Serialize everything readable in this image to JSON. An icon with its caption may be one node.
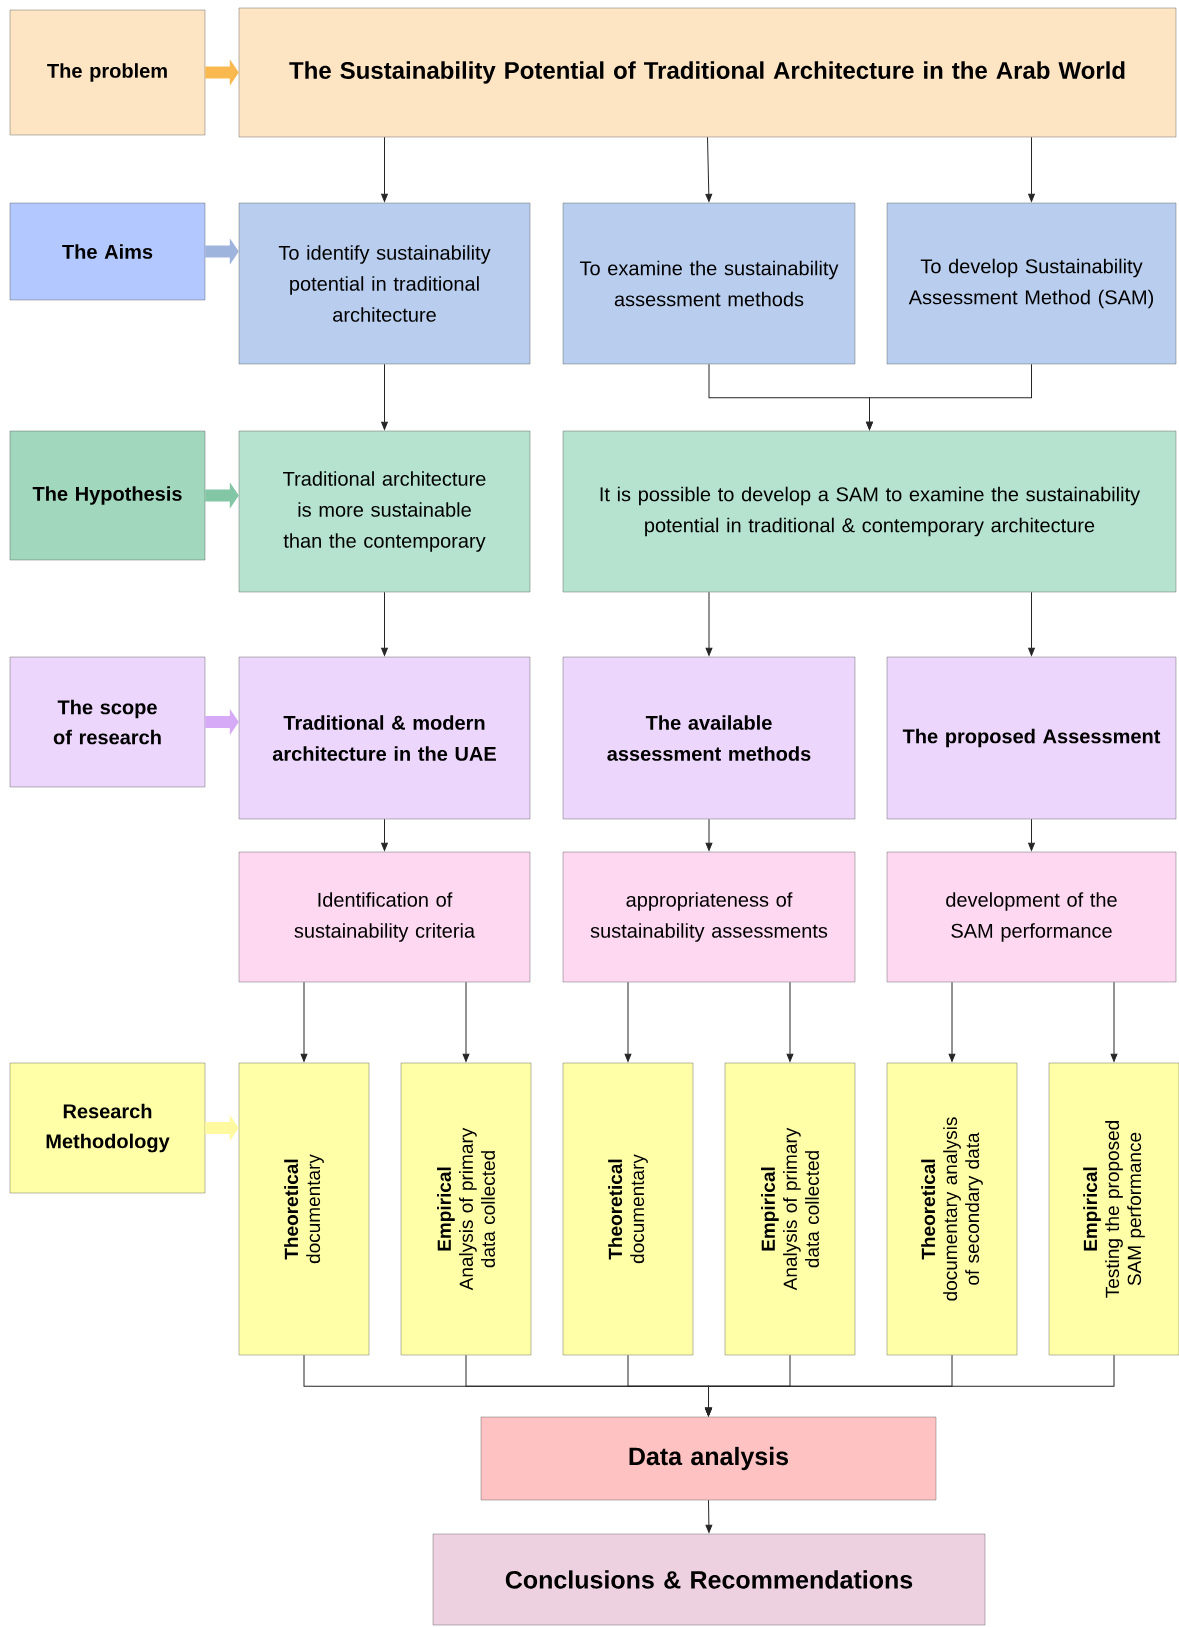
{
  "diagram": {
    "nodes": [
      {
        "text": [
          "The problem"
        ]
      },
      {
        "text": [
          "The Sustainability Potential of Traditional Architecture in the Arab World"
        ]
      },
      {
        "text": [
          "The Aims"
        ]
      },
      {
        "text": [
          "To identify sustainability potential in traditional architecture"
        ]
      },
      {
        "text": [
          "To examine the sustainability assessment methods"
        ]
      },
      {
        "text": [
          "To develop Sustainability Assessment Method (SAM)"
        ]
      },
      {
        "text": [
          "The Hypothesis"
        ]
      },
      {
        "text": [
          "Traditional architecture is more sustainable than the contemporary"
        ]
      },
      {
        "text": [
          "It is possible to develop a SAM to examine the sustainability potential in traditional & contemporary architecture"
        ]
      },
      {
        "text": [
          "The scope of research"
        ]
      },
      {
        "text": [
          "Traditional & modern architecture in the UAE"
        ]
      },
      {
        "text": [
          "The available assessment methods"
        ]
      },
      {
        "text": [
          "The proposed Assessment"
        ]
      },
      {
        "text": [
          "Identification of sustainability criteria"
        ]
      },
      {
        "text": [
          "appropriateness of sustainability assessments"
        ]
      },
      {
        "text": [
          "development of the SAM performance"
        ]
      },
      {
        "text": [
          "Research Methodology"
        ]
      },
      {
        "text": [
          "Theoretical",
          "documentary"
        ]
      },
      {
        "text": [
          "Empirical",
          "Analysis of primary data collected"
        ]
      },
      {
        "text": [
          "Theoretical",
          "documentary"
        ]
      },
      {
        "text": [
          "Empirical",
          "Analysis of primary data collected"
        ]
      },
      {
        "text": [
          "Theoretical",
          "documentary analysis of secondary data"
        ]
      },
      {
        "text": [
          "Empirical",
          "Testing the proposed SAM performance"
        ]
      },
      {
        "text": [
          "Data analysis"
        ]
      },
      {
        "text": [
          "Conclusions & Recommendations"
        ]
      }
    ],
    "edges": [
      {
        "from": 0,
        "to": 1,
        "arrow": "to",
        "style": "thick",
        "color": "#f9b94f"
      },
      {
        "from": 1,
        "to": 3,
        "arrow": "to"
      },
      {
        "from": 1,
        "to": 4,
        "arrow": "to"
      },
      {
        "from": 1,
        "to": 5,
        "arrow": "to"
      },
      {
        "from": 2,
        "to": 3,
        "arrow": "to",
        "style": "thick",
        "color": "#9fb4dd"
      },
      {
        "from": 3,
        "to": 7,
        "arrow": "to"
      },
      {
        "from": 4,
        "to": 8,
        "arrow": "to"
      },
      {
        "from": 5,
        "to": 8,
        "arrow": "to"
      },
      {
        "from": 6,
        "to": 7,
        "arrow": "to",
        "style": "thick",
        "color": "#82c6a6"
      },
      {
        "from": 7,
        "to": 10,
        "arrow": "to"
      },
      {
        "from": 8,
        "to": 11,
        "arrow": "to"
      },
      {
        "from": 8,
        "to": 12,
        "arrow": "to"
      },
      {
        "from": 9,
        "to": 10,
        "arrow": "to",
        "style": "thick",
        "color": "#d6aaf7"
      },
      {
        "from": 10,
        "to": 13,
        "arrow": "to"
      },
      {
        "from": 11,
        "to": 14,
        "arrow": "to"
      },
      {
        "from": 12,
        "to": 15,
        "arrow": "to"
      },
      {
        "from": 13,
        "to": 17,
        "arrow": "to"
      },
      {
        "from": 13,
        "to": 18,
        "arrow": "to"
      },
      {
        "from": 14,
        "to": 19,
        "arrow": "to"
      },
      {
        "from": 14,
        "to": 20,
        "arrow": "to"
      },
      {
        "from": 15,
        "to": 21,
        "arrow": "to"
      },
      {
        "from": 15,
        "to": 22,
        "arrow": "to"
      },
      {
        "from": 16,
        "to": 17,
        "arrow": "to",
        "style": "thick",
        "color": "#fffaa0"
      },
      {
        "from": 17,
        "to": 23,
        "arrow": "to"
      },
      {
        "from": 18,
        "to": 23,
        "arrow": "to"
      },
      {
        "from": 19,
        "to": 23,
        "arrow": "to"
      },
      {
        "from": 20,
        "to": 23,
        "arrow": "to"
      },
      {
        "from": 21,
        "to": 23,
        "arrow": "to"
      },
      {
        "from": 22,
        "to": 23,
        "arrow": "to"
      },
      {
        "from": 23,
        "to": 24,
        "arrow": "to"
      }
    ]
  }
}
